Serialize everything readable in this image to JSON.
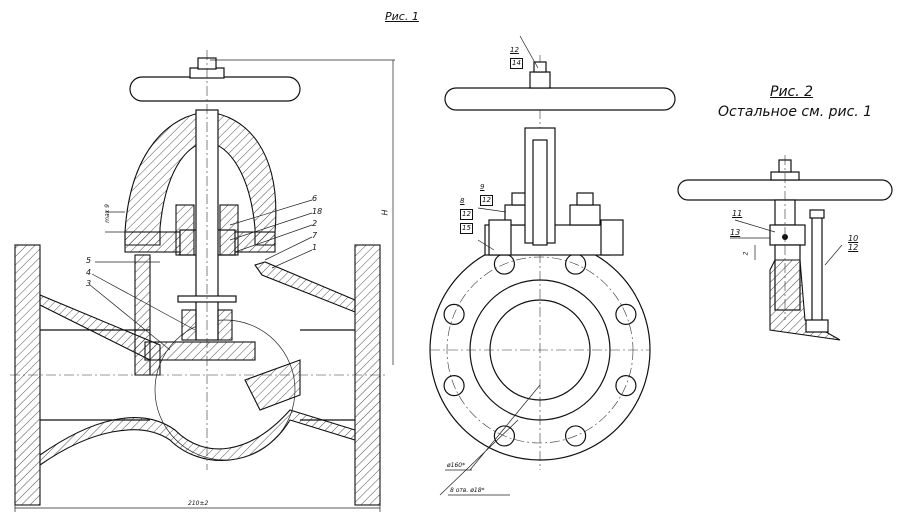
{
  "figure1": {
    "title": "Рис. 1",
    "callouts": [
      "1",
      "2",
      "3",
      "4",
      "5",
      "6",
      "7",
      "18"
    ],
    "dimensions": {
      "height": "H",
      "length": "210±2",
      "gap": "max 9"
    }
  },
  "front_view": {
    "callout_top": [
      "12",
      "14"
    ],
    "callout_nut": [
      "9",
      "12"
    ],
    "callout_bolt": [
      "8",
      "12",
      "15"
    ],
    "dimension_circle": "ø160*",
    "dimension_holes": "8 отв. ø18*"
  },
  "figure2": {
    "title": "Рис. 2",
    "subtitle": "Остальное см. рис. 1",
    "callouts": [
      "11",
      "13"
    ],
    "callout_rod": [
      "10",
      "12"
    ],
    "dimension_gap": "2"
  }
}
